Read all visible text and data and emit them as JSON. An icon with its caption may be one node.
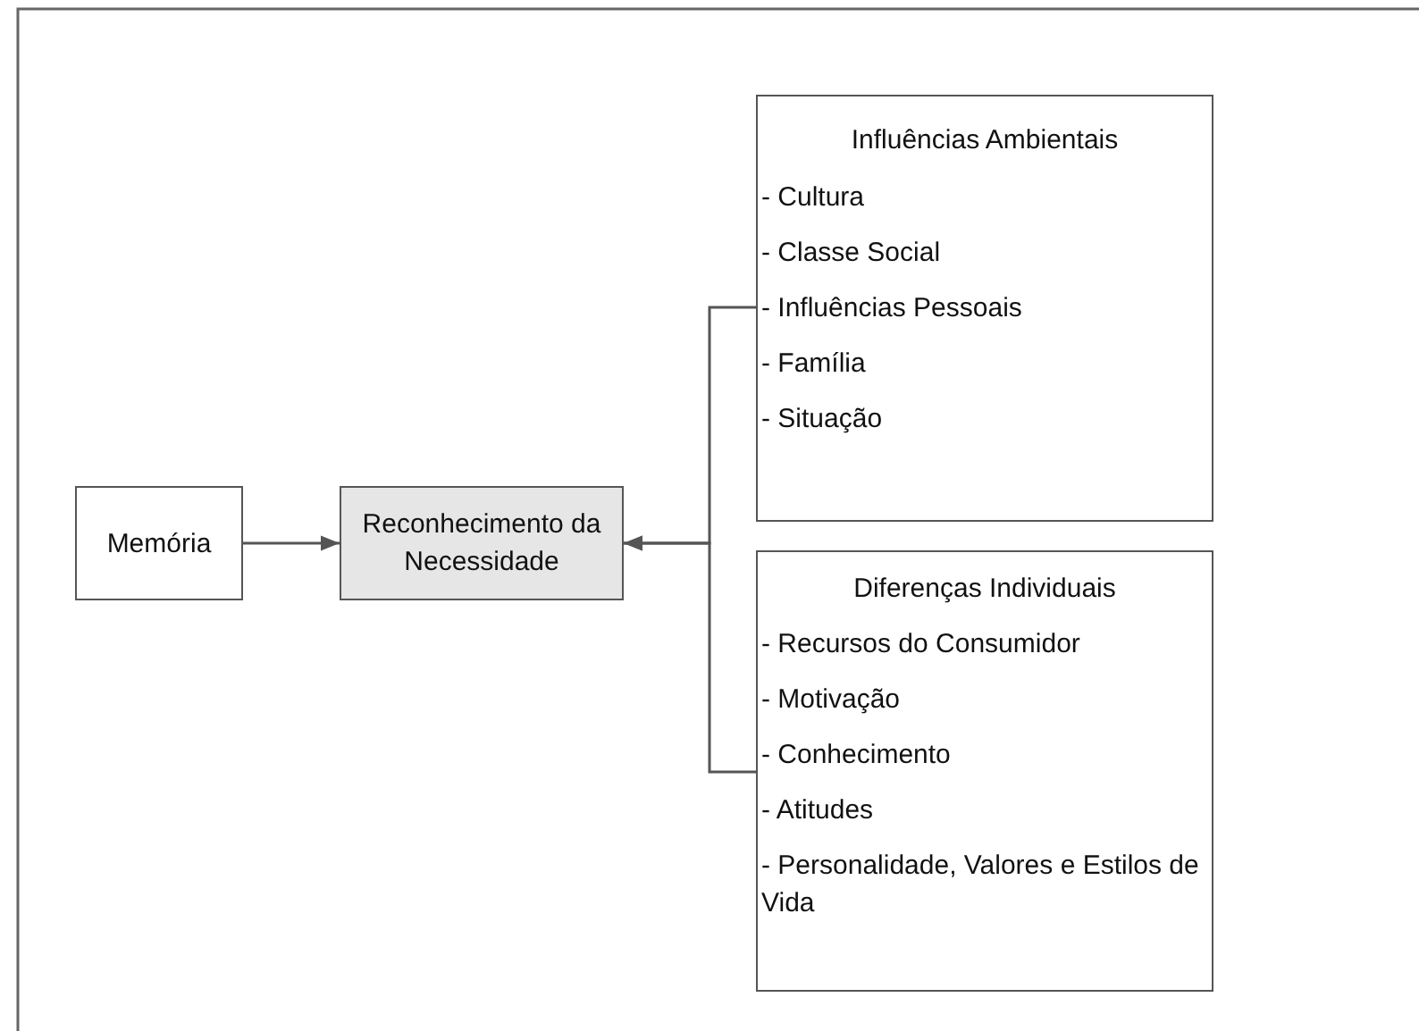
{
  "diagram": {
    "nodes": [
      {
        "text": [
          "Memória"
        ]
      },
      {
        "text": [
          "Reconhecimento da Necessidade"
        ]
      },
      {
        "text": [
          "Influências Ambientais",
          "- Cultura",
          "- Classe Social",
          "- Influências Pessoais",
          "- Família",
          "- Situação"
        ]
      },
      {
        "text": [
          "Diferenças Individuais",
          "- Recursos do Consumidor",
          "- Motivação",
          "- Conhecimento",
          "- Atitudes",
          "- Personalidade, Valores e Estilos de Vida"
        ]
      }
    ],
    "edges": [
      {
        "from": 0,
        "to": 1,
        "arrow": "to"
      },
      {
        "from": 2,
        "to": 1,
        "arrow": "to"
      },
      {
        "from": 3,
        "to": 1,
        "arrow": "to"
      }
    ]
  }
}
